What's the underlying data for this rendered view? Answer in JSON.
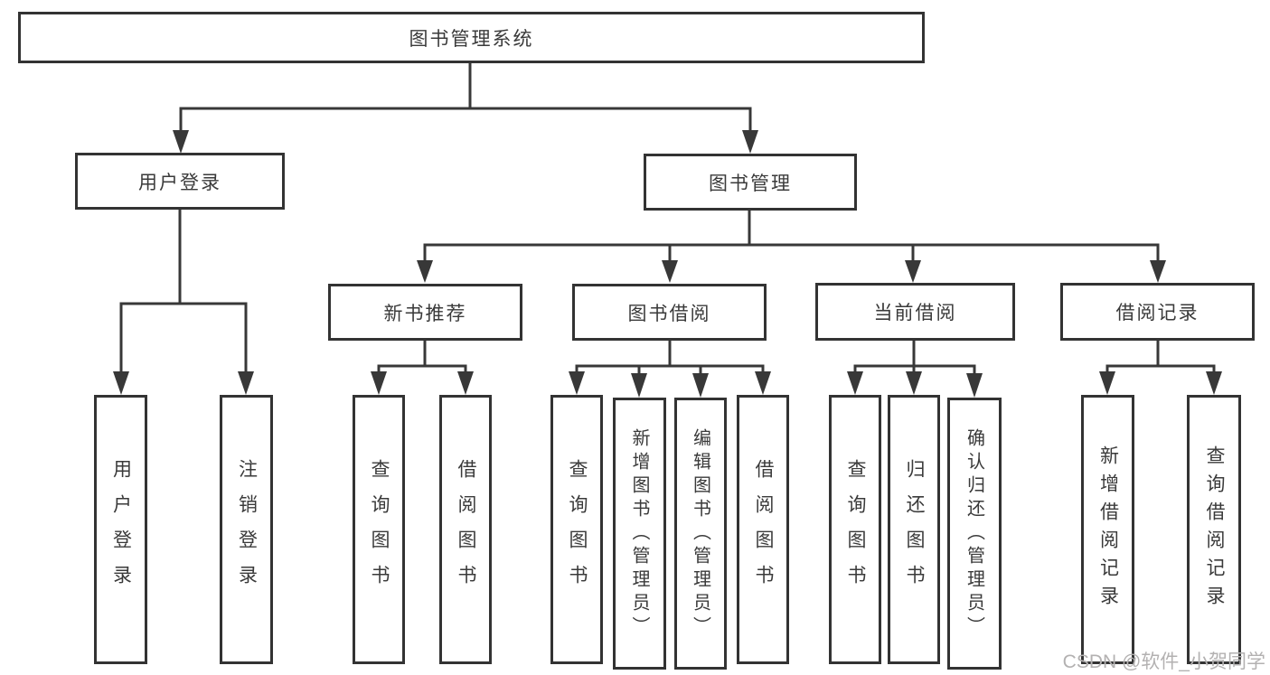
{
  "diagram": {
    "root": {
      "label": "图书管理系统"
    },
    "level2": [
      {
        "label": "用户登录"
      },
      {
        "label": "图书管理"
      }
    ],
    "level3": [
      {
        "label": "新书推荐"
      },
      {
        "label": "图书借阅"
      },
      {
        "label": "当前借阅"
      },
      {
        "label": "借阅记录"
      }
    ],
    "leaves": {
      "user_login": [
        {
          "label": "用户登录"
        },
        {
          "label": "注销登录"
        }
      ],
      "new_books": [
        {
          "label": "查询图书"
        },
        {
          "label": "借阅图书"
        }
      ],
      "book_borrow": [
        {
          "label": "查询图书"
        },
        {
          "label": "新增图书（管理员）"
        },
        {
          "label": "编辑图书（管理员）"
        },
        {
          "label": "借阅图书"
        }
      ],
      "current_borrow": [
        {
          "label": "查询图书"
        },
        {
          "label": "归还图书"
        },
        {
          "label": "确认归还（管理员）"
        }
      ],
      "borrow_records": [
        {
          "label": "新增借阅记录"
        },
        {
          "label": "查询借阅记录"
        }
      ]
    }
  },
  "watermark": {
    "text": "CSDN @软件_小贺同学"
  },
  "colors": {
    "line": "#383838",
    "box_border": "#333333",
    "text": "#3a3a3a",
    "background": "#ffffff",
    "watermark": "#b3b1b1"
  }
}
